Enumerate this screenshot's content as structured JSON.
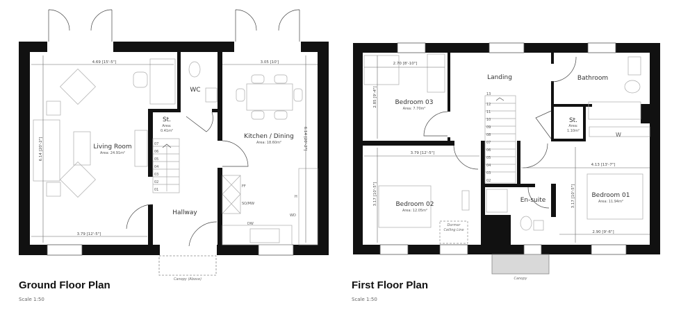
{
  "ground_floor": {
    "title": "Ground Floor Plan",
    "scale": "Scale 1:50",
    "canopy": "Canopy (Above)",
    "rooms": {
      "living": {
        "name": "Living Room",
        "area": "Area: 24.91m²"
      },
      "kitchen": {
        "name": "Kitchen / Dining",
        "area": "Area: 18.60m²"
      },
      "wc": {
        "name": "WC"
      },
      "store": {
        "name": "St.",
        "area_label": "Area:",
        "area": "0.41m²"
      },
      "hallway": {
        "name": "Hallway"
      }
    },
    "dimensions": {
      "living_top": "4.69 [15'-5\"]",
      "living_bottom": "3.79 [12'-5\"]",
      "living_side": "6.14 [20'-2\"]",
      "kitchen_top": "3.05 [10']",
      "kitchen_side": "6.14 [20'-2\"]"
    },
    "appliances": {
      "ff": "FF",
      "so_mw": "SO/MW",
      "dw": "DW",
      "wd": "WD",
      "h": "H"
    },
    "stair_steps": [
      "01",
      "02",
      "03",
      "04",
      "05",
      "06",
      "07"
    ]
  },
  "first_floor": {
    "title": "First Floor Plan",
    "scale": "Scale 1:50",
    "canopy": "Canopy",
    "dormer": [
      "Dormer",
      "Ceiling Line"
    ],
    "wardrobe": "W",
    "rooms": {
      "bed3": {
        "name": "Bedroom 03",
        "area": "Area: 7.70m²"
      },
      "bed2": {
        "name": "Bedroom 02",
        "area": "Area: 12.05m²"
      },
      "bed1": {
        "name": "Bedroom 01",
        "area": "Area: 11.94m²"
      },
      "landing": {
        "name": "Landing"
      },
      "bathroom": {
        "name": "Bathroom"
      },
      "ensuite": {
        "name": "En-suite"
      },
      "store": {
        "name": "St.",
        "area_label": "Area:",
        "area": "1.10m²"
      }
    },
    "dimensions": {
      "bed3_w": "2.70 [8'-10\"]",
      "bed3_h": "2.85 [9'-4\"]",
      "bed2_w": "3.79 [12'-5\"]",
      "bed2_h": "3.17 [10'-5\"]",
      "bed1_w": "4.13 [13'-7\"]",
      "bed1_w2": "2.90 [9'-6\"]",
      "bed1_h": "3.17 [10'-5\"]"
    },
    "stair_steps": [
      "02",
      "03",
      "04",
      "05",
      "06",
      "07",
      "08",
      "09",
      "10",
      "11",
      "12",
      "13"
    ]
  }
}
